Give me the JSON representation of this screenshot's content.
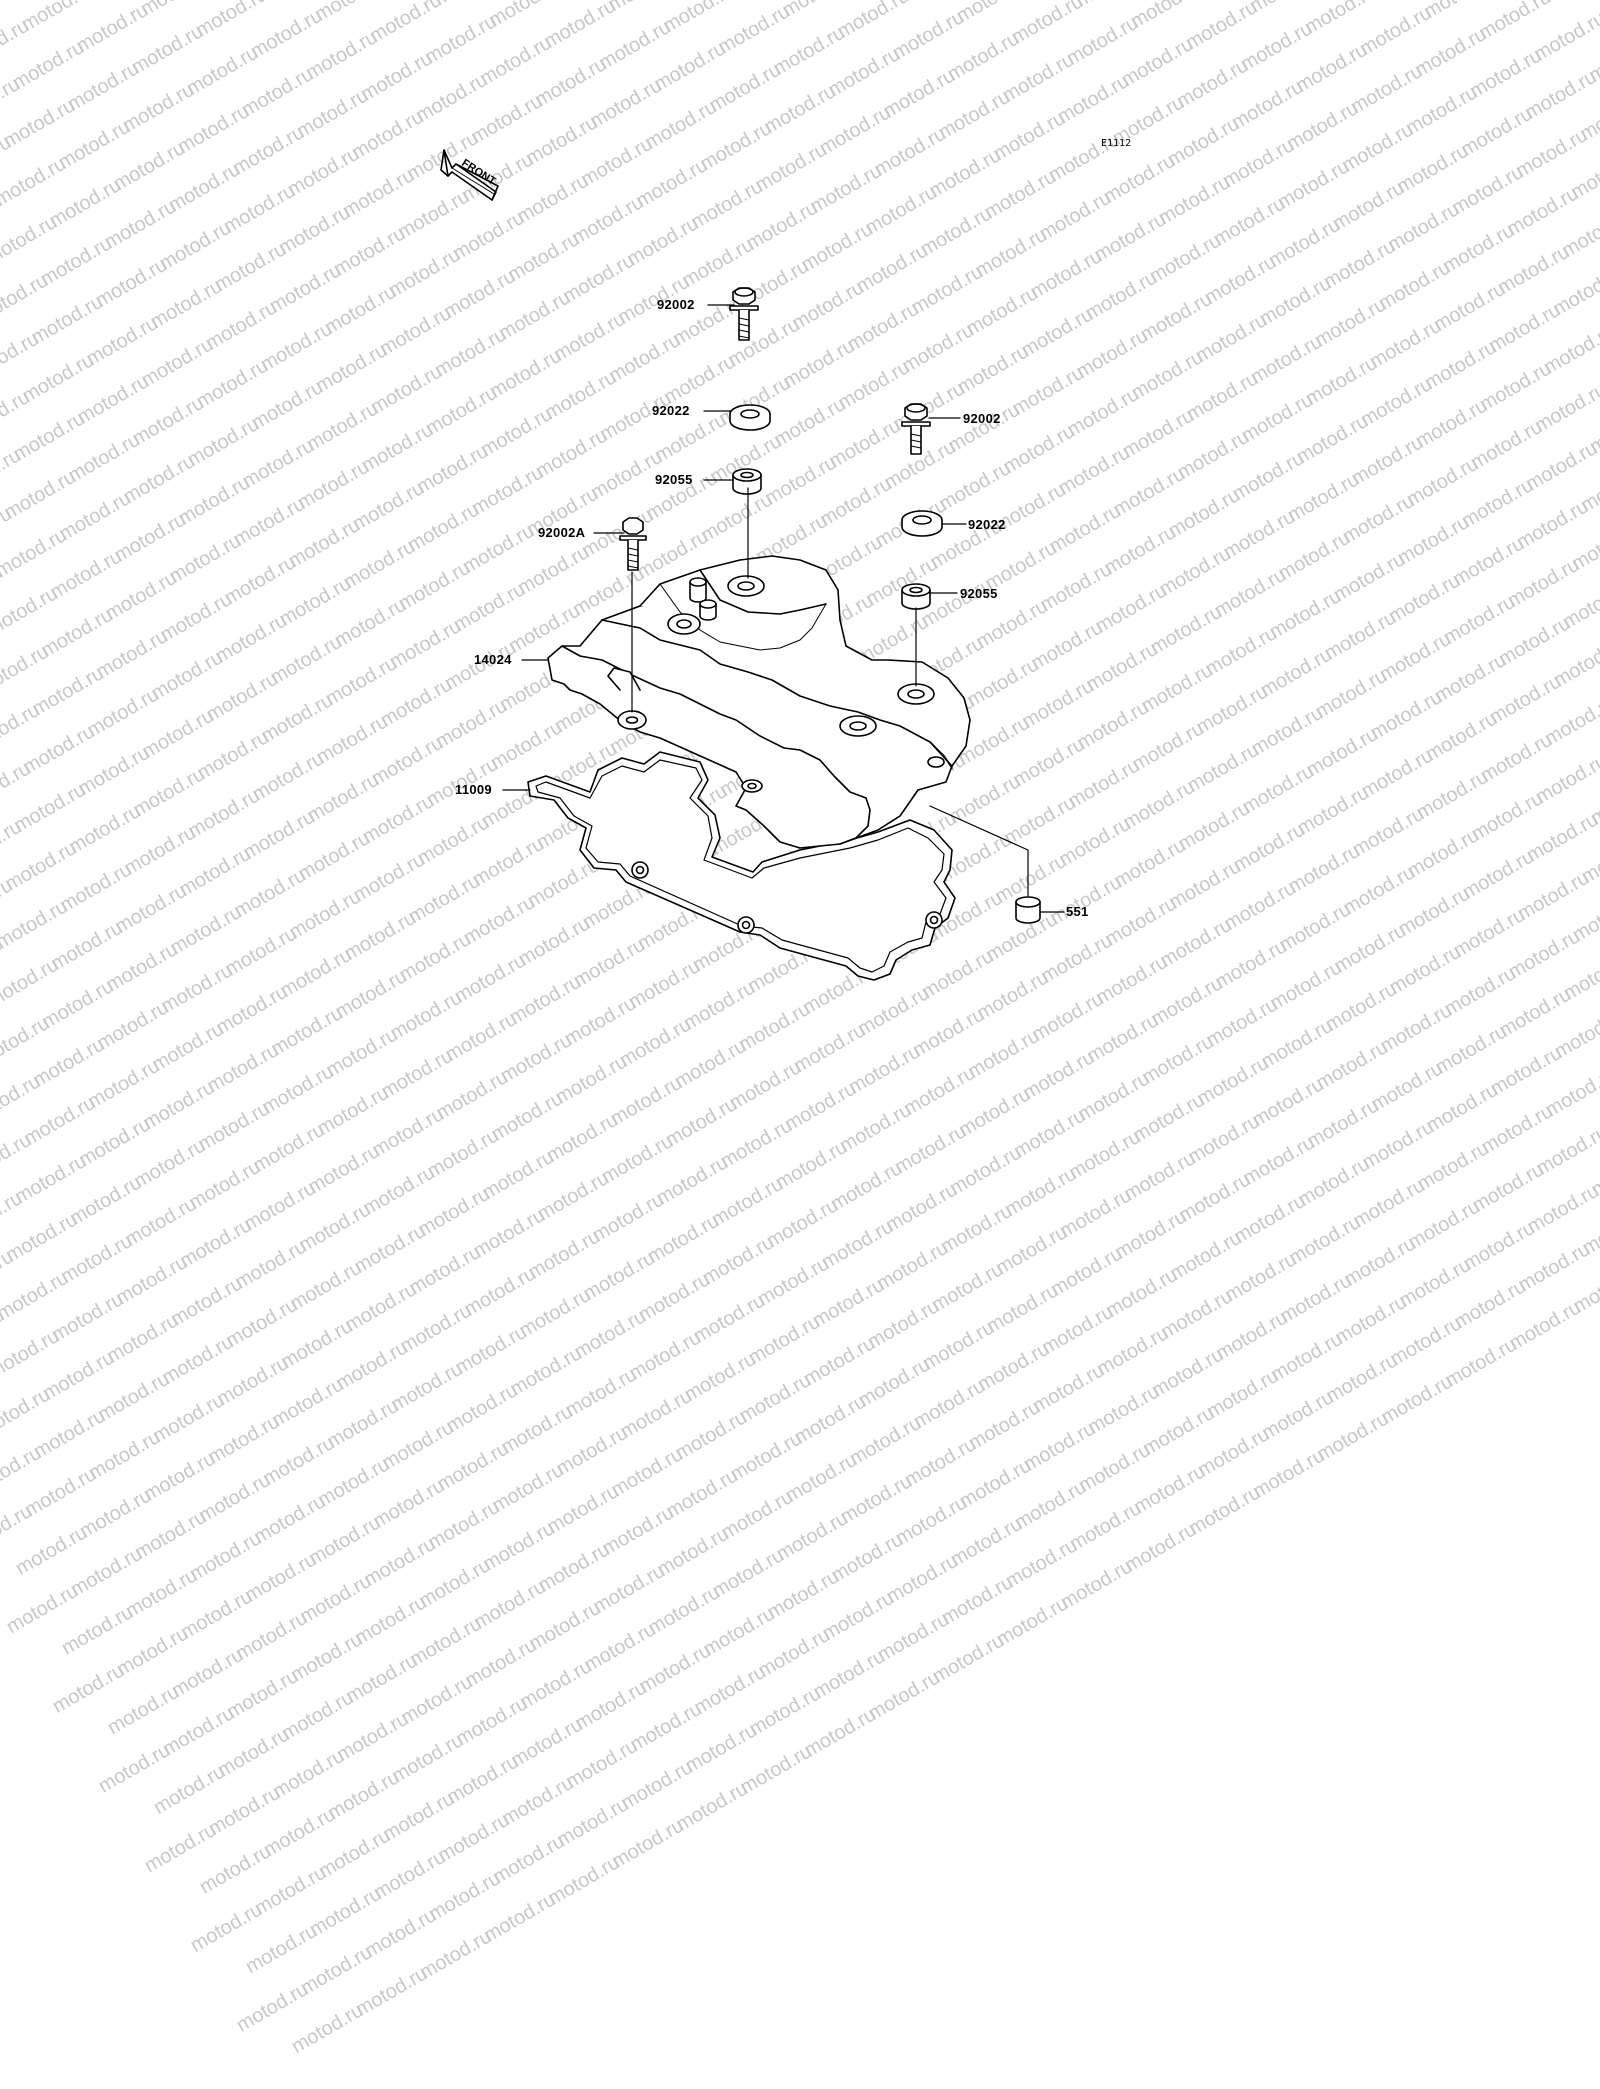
{
  "watermark": {
    "text": "motod.ru",
    "color": "#c8c8c8"
  },
  "diagram_code": "E1112",
  "front_arrow": {
    "label": "FRONT",
    "icon": "front-arrow-icon"
  },
  "callouts": {
    "bolt_top": "92002",
    "washer_top": "92022",
    "grommet_top": "92055",
    "bolt_right": "92002",
    "washer_right": "92022",
    "grommet_right": "92055",
    "bolt_a": "92002A",
    "cover": "14024",
    "gasket": "11009",
    "dowel": "551"
  },
  "colors": {
    "line": "#000000",
    "background": "#ffffff"
  }
}
